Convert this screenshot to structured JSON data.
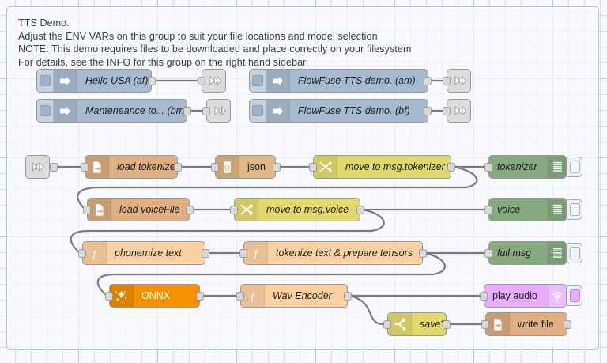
{
  "app": "node-red-flow-editor",
  "group": {
    "comment_lines": [
      "TTS Demo.",
      "Adjust the ENV VARs on this group to suit your file locations and model selection",
      "NOTE: This demo requires files to be downloaded and place correctly on your filesystem",
      "For details, see the INFO for this group on the right hand sidebar"
    ],
    "comment_text": "TTS Demo.\nAdjust the ENV VARs on this group to suit your file locations and model selection\nNOTE: This demo requires files to be downloaded and place correctly on your filesystem\nFor details, see the INFO for this group on the right hand sidebar"
  },
  "colors": {
    "inject": "#a6bbcf",
    "link": "#dcdcdc",
    "file": "#dfae83",
    "json": "#deb887",
    "change": "#e2d96e",
    "switch": "#e2d96e",
    "debug": "#87a980",
    "function": "#fdd0a2",
    "onnx": "#f59000",
    "audio": "#e7aeff",
    "wire": "#7a7a7a",
    "grid": "#aab4c8",
    "group_border": "#b9c0cc",
    "canvas": "#f7f8fb"
  },
  "nodes": [
    {
      "id": "inject-hello-usa",
      "label": "Hello USA (af)",
      "type": "inject",
      "icon": "inject-arrow-icon"
    },
    {
      "id": "inject-maintenance",
      "label": "Manteneance to... (bm)",
      "type": "inject",
      "icon": "inject-arrow-icon"
    },
    {
      "id": "inject-flowfuse-am",
      "label": "FlowFuse TTS demo. (am)",
      "type": "inject",
      "icon": "inject-arrow-icon"
    },
    {
      "id": "inject-flowfuse-bf",
      "label": "FlowFuse TTS demo. (bf)",
      "type": "inject",
      "icon": "inject-arrow-icon"
    },
    {
      "id": "link-out-1",
      "label": "",
      "type": "link-out",
      "icon": "link-out-icon"
    },
    {
      "id": "link-out-2",
      "label": "",
      "type": "link-out",
      "icon": "link-out-icon"
    },
    {
      "id": "link-out-3",
      "label": "",
      "type": "link-out",
      "icon": "link-out-icon"
    },
    {
      "id": "link-out-4",
      "label": "",
      "type": "link-out",
      "icon": "link-out-icon"
    },
    {
      "id": "link-in-1",
      "label": "",
      "type": "link-in",
      "icon": "link-in-icon"
    },
    {
      "id": "load-tokenizer",
      "label": "load tokenizer",
      "type": "file-in",
      "icon": "file-in-icon"
    },
    {
      "id": "json",
      "label": "json",
      "type": "json",
      "icon": "json-braces-icon"
    },
    {
      "id": "move-to-msg-tokenizer",
      "label": "move to msg.tokenizer",
      "type": "change",
      "icon": "change-shuffle-icon"
    },
    {
      "id": "debug-tokenizer",
      "label": "tokenizer",
      "type": "debug",
      "icon": "debug-lines-icon"
    },
    {
      "id": "load-voicefile",
      "label": "load voiceFile",
      "type": "file-in",
      "icon": "file-in-icon"
    },
    {
      "id": "move-to-msg-voice",
      "label": "move to msg.voice",
      "type": "change",
      "icon": "change-shuffle-icon"
    },
    {
      "id": "debug-voice",
      "label": "voice",
      "type": "debug",
      "icon": "debug-lines-icon"
    },
    {
      "id": "phonemize-text",
      "label": "phonemize text",
      "type": "function",
      "icon": "function-f-icon"
    },
    {
      "id": "tokenize-prepare",
      "label": "tokenize text & prepare tensors",
      "type": "function",
      "icon": "function-f-icon"
    },
    {
      "id": "debug-full-msg",
      "label": "full msg",
      "type": "debug",
      "icon": "debug-lines-icon"
    },
    {
      "id": "onnx",
      "label": "ONNX",
      "type": "onnx",
      "icon": "sparkle-wand-icon"
    },
    {
      "id": "wav-encoder",
      "label": "Wav Encoder",
      "type": "function",
      "icon": "function-f-icon"
    },
    {
      "id": "play-audio",
      "label": "play audio",
      "type": "audio-out",
      "icon": "speaker-waves-icon"
    },
    {
      "id": "save-switch",
      "label": "save?",
      "type": "switch",
      "icon": "switch-branch-icon"
    },
    {
      "id": "write-file",
      "label": "write file",
      "type": "file-out",
      "icon": "file-out-icon"
    }
  ]
}
